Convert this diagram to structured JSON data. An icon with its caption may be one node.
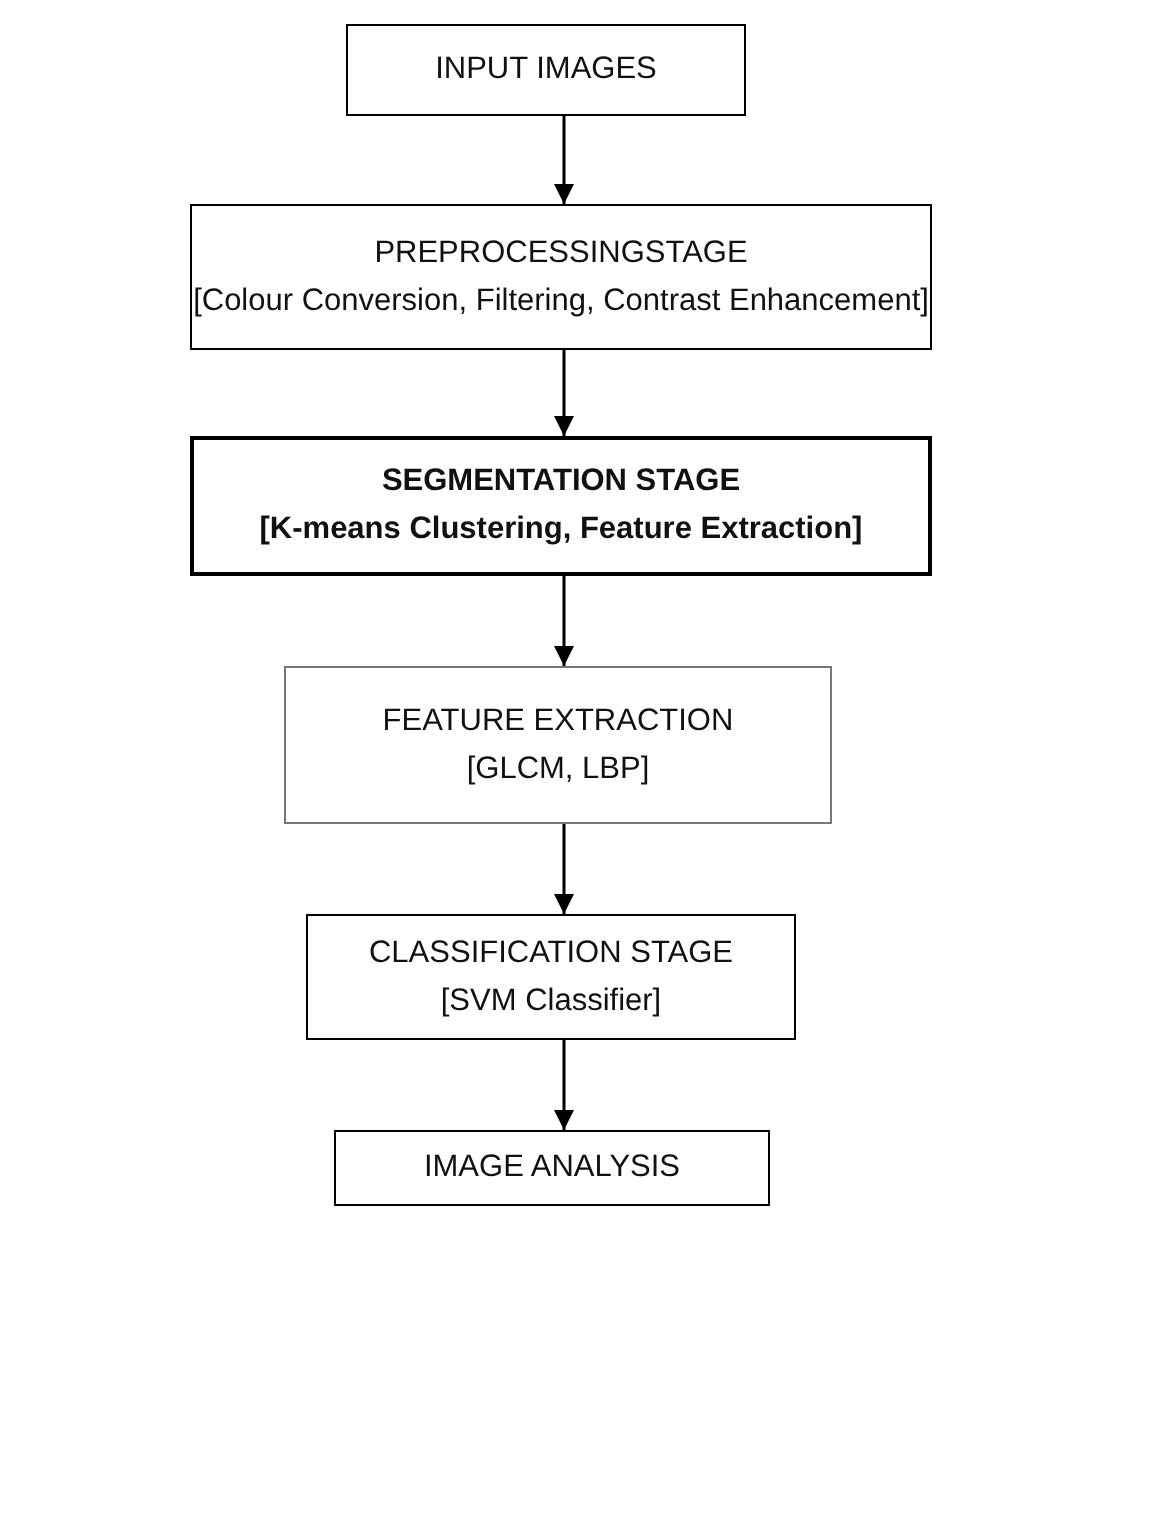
{
  "diagram": {
    "nodes": [
      {
        "text": [
          "INPUT IMAGES"
        ]
      },
      {
        "text": [
          "PREPROCESSINGSTAGE",
          "[Colour Conversion, Filtering, Contrast Enhancement]"
        ]
      },
      {
        "text": [
          "SEGMENTATION STAGE",
          "[K-means Clustering, Feature Extraction]"
        ]
      },
      {
        "text": [
          "FEATURE EXTRACTION",
          "[GLCM, LBP]"
        ]
      },
      {
        "text": [
          "CLASSIFICATION STAGE",
          "[SVM Classifier]"
        ]
      },
      {
        "text": [
          "IMAGE ANALYSIS"
        ]
      }
    ],
    "edges": [
      {
        "from": 0,
        "to": 1,
        "arrow": "to"
      },
      {
        "from": 1,
        "to": 2,
        "arrow": "to"
      },
      {
        "from": 2,
        "to": 3,
        "arrow": "to"
      },
      {
        "from": 3,
        "to": 4,
        "arrow": "to"
      },
      {
        "from": 4,
        "to": 5,
        "arrow": "to"
      }
    ]
  }
}
